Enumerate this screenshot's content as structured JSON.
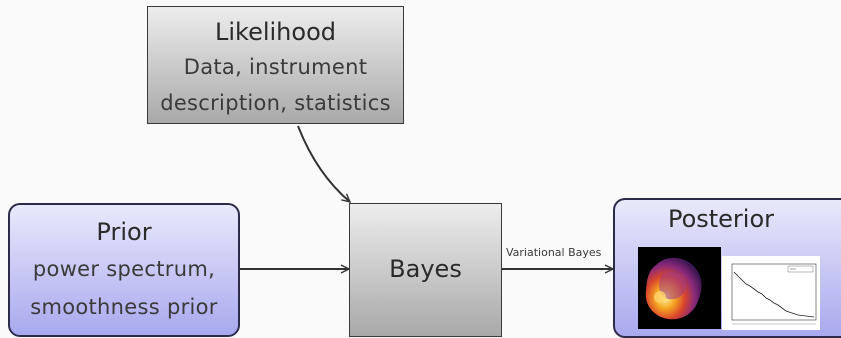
{
  "nodes": {
    "likelihood": {
      "title": "Likelihood",
      "line1": "Data, instrument",
      "line2": "description, statistics"
    },
    "prior": {
      "title": "Prior",
      "line1": "power spectrum,",
      "line2": "smoothness prior"
    },
    "bayes": {
      "title": "Bayes"
    },
    "posterior": {
      "title": "Posterior"
    }
  },
  "edges": {
    "bayes_to_posterior": "Variational Bayes"
  },
  "colors": {
    "gray_top": "#ededed",
    "gray_bottom": "#a9a9a9",
    "blue_top": "#e9e9fb",
    "blue_bottom": "#a9a9ef"
  }
}
